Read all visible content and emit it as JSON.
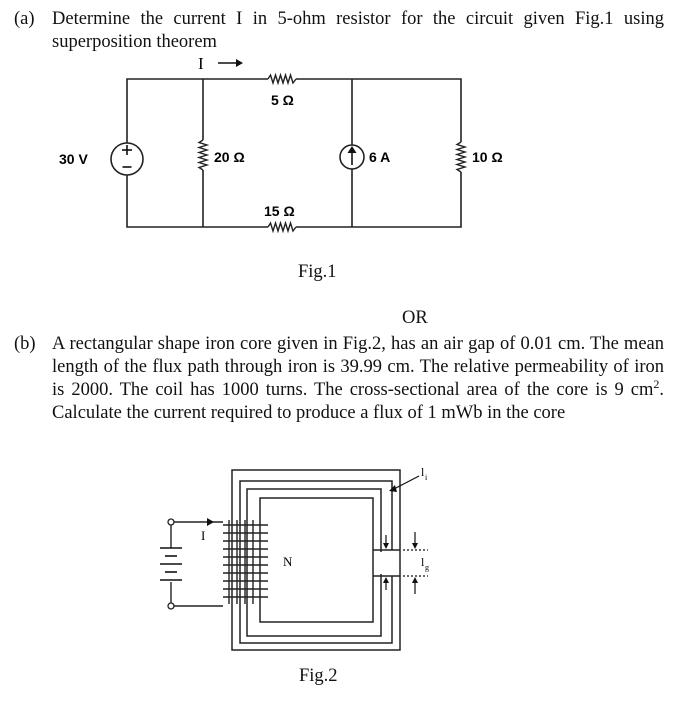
{
  "question_a": {
    "label": "(a)",
    "text": "Determine the current I in 5-ohm resistor for the circuit given Fig.1 using superposition theorem"
  },
  "figure1": {
    "current_label": "I",
    "source_voltage": "30 V",
    "r_top": "5 Ω",
    "r_left_shunt": "20 Ω",
    "r_bottom": "15 Ω",
    "current_source": "6 A",
    "r_right": "10 Ω",
    "caption": "Fig.1"
  },
  "separator": "OR",
  "question_b": {
    "label": "(b)",
    "text_1": "A rectangular shape iron core given in Fig.2, has an air gap of 0.01 cm. The mean length of the flux path through iron is 39.99 cm. The relative permeability of iron is 2000. The coil has 1000 turns. The cross-sectional area of the core is 9 cm",
    "superscript": "2",
    "text_2": ". Calculate the current required to produce a flux of 1 mWb in the core"
  },
  "figure2": {
    "coil_current_label": "I",
    "turns_label": "N",
    "iron_length_label": "l",
    "iron_length_sub": "i",
    "gap_length_label": "l",
    "gap_length_sub": "g",
    "caption": "Fig.2"
  }
}
